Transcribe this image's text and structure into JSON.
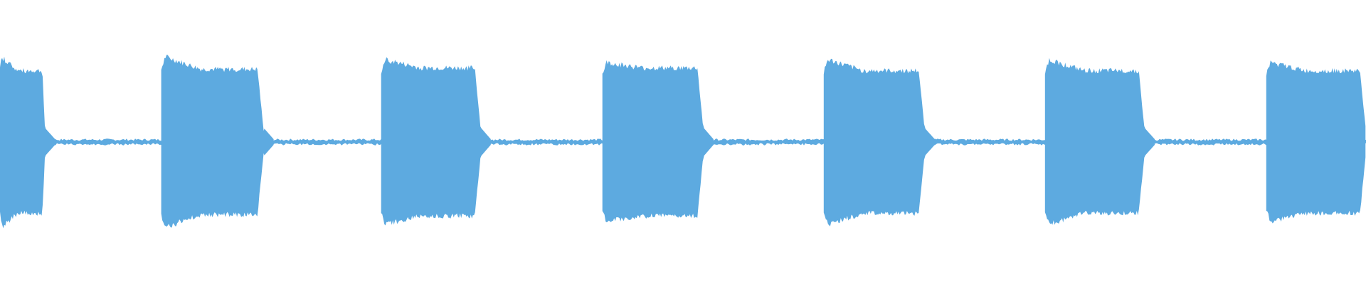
{
  "waveform": {
    "color": "#5DAAE0",
    "background": "#FFFFFF",
    "bursts": [
      {
        "start": 0.0,
        "end": 0.033,
        "peak": 0.62,
        "sustain": 0.52
      },
      {
        "start": 0.118,
        "end": 0.193,
        "peak": 0.62,
        "sustain": 0.53
      },
      {
        "start": 0.279,
        "end": 0.352,
        "peak": 0.6,
        "sustain": 0.54
      },
      {
        "start": 0.441,
        "end": 0.515,
        "peak": 0.58,
        "sustain": 0.54
      },
      {
        "start": 0.603,
        "end": 0.677,
        "peak": 0.6,
        "sustain": 0.52
      },
      {
        "start": 0.765,
        "end": 0.838,
        "peak": 0.6,
        "sustain": 0.52
      },
      {
        "start": 0.927,
        "end": 1.0,
        "peak": 0.58,
        "sustain": 0.52
      }
    ],
    "silence_level": 0.02
  }
}
